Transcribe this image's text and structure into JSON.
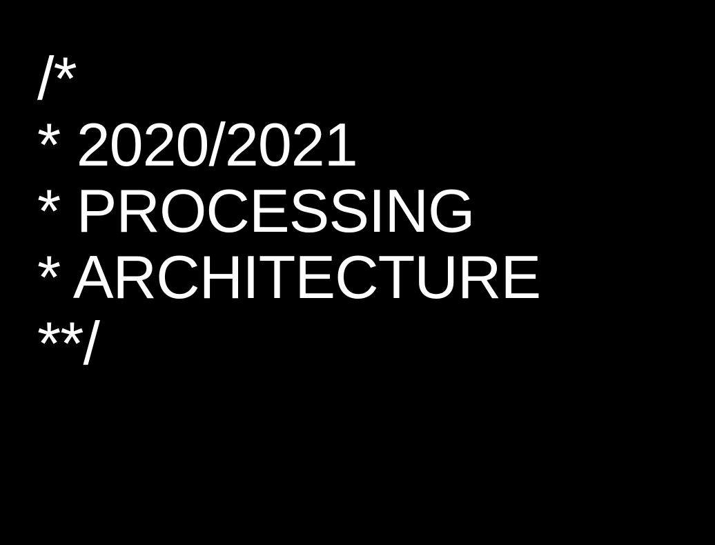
{
  "colors": {
    "background": "#000000",
    "text": "#ffffff"
  },
  "comment": {
    "lines": [
      "/*",
      "* 2020/2021",
      "* PROCESSING",
      "* ARCHITECTURE",
      "**/"
    ]
  }
}
